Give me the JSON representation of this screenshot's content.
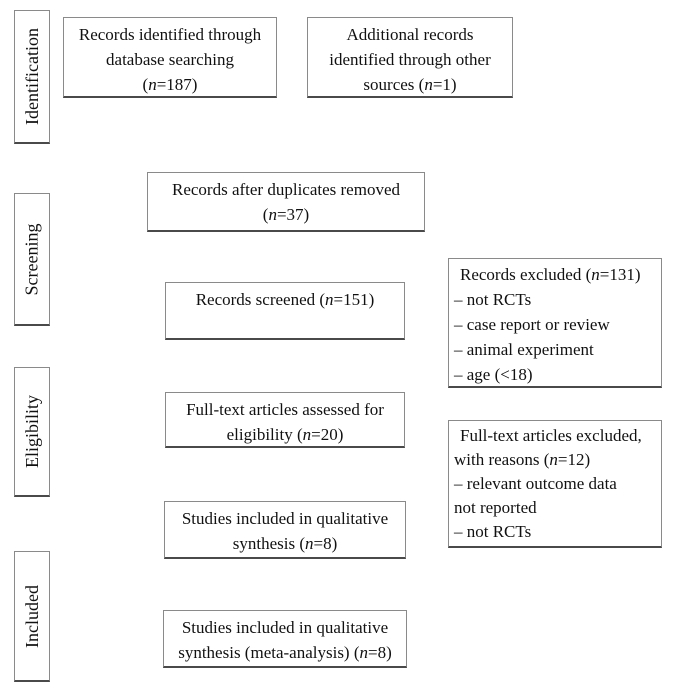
{
  "diagram": {
    "kind": "prisma-flow-diagram",
    "border_color": "#8a8a8a",
    "border_bottom_color": "#4a4a4a",
    "text_color": "#111111",
    "background_color": "#ffffff",
    "stages": [
      {
        "id": "identification",
        "label": "Identification"
      },
      {
        "id": "screening",
        "label": "Screening"
      },
      {
        "id": "eligibility",
        "label": "Eligibility"
      },
      {
        "id": "included",
        "label": "Included"
      }
    ],
    "boxes": [
      {
        "id": "records-identified",
        "align": "center",
        "lines": [
          [
            {
              "t": "Records identified through"
            }
          ],
          [
            {
              "t": "database searching"
            }
          ],
          [
            {
              "t": "("
            },
            {
              "t": "n",
              "i": true
            },
            {
              "t": "=187)"
            }
          ]
        ]
      },
      {
        "id": "additional-records",
        "align": "center",
        "lines": [
          [
            {
              "t": "Additional records"
            }
          ],
          [
            {
              "t": "identified through other"
            }
          ],
          [
            {
              "t": "sources ("
            },
            {
              "t": "n",
              "i": true
            },
            {
              "t": "=1)"
            }
          ]
        ]
      },
      {
        "id": "duplicates-removed",
        "align": "center",
        "lines": [
          [
            {
              "t": "Records after duplicates removed"
            }
          ],
          [
            {
              "t": "("
            },
            {
              "t": "n",
              "i": true
            },
            {
              "t": "=37)"
            }
          ]
        ]
      },
      {
        "id": "records-screened",
        "align": "center",
        "lines": [
          [
            {
              "t": "Records screened ("
            },
            {
              "t": "n",
              "i": true
            },
            {
              "t": "=151)"
            }
          ]
        ]
      },
      {
        "id": "records-excluded",
        "align": "left",
        "lines": [
          [
            {
              "t": "Records excluded ("
            },
            {
              "t": "n",
              "i": true
            },
            {
              "t": "=131)"
            }
          ],
          [
            {
              "t": "– not RCTs"
            }
          ],
          [
            {
              "t": "– case report or review"
            }
          ],
          [
            {
              "t": "– animal experiment"
            }
          ],
          [
            {
              "t": "– age (<18)"
            }
          ]
        ]
      },
      {
        "id": "fulltext-assessed",
        "align": "center",
        "lines": [
          [
            {
              "t": "Full-text articles assessed for"
            }
          ],
          [
            {
              "t": "eligibility ("
            },
            {
              "t": "n",
              "i": true
            },
            {
              "t": "=20)"
            }
          ]
        ]
      },
      {
        "id": "fulltext-excluded",
        "align": "left",
        "lines": [
          [
            {
              "t": "Full-text articles excluded,"
            }
          ],
          [
            {
              "t": "with reasons ("
            },
            {
              "t": "n",
              "i": true
            },
            {
              "t": "=12)"
            }
          ],
          [
            {
              "t": "– relevant outcome data"
            }
          ],
          [
            {
              "t": "not reported"
            }
          ],
          [
            {
              "t": "– not RCTs"
            }
          ]
        ]
      },
      {
        "id": "qualitative-synthesis",
        "align": "center",
        "lines": [
          [
            {
              "t": "Studies included in qualitative"
            }
          ],
          [
            {
              "t": "synthesis ("
            },
            {
              "t": "n",
              "i": true
            },
            {
              "t": "=8)"
            }
          ]
        ]
      },
      {
        "id": "meta-analysis",
        "align": "center",
        "lines": [
          [
            {
              "t": "Studies included in qualitative"
            }
          ],
          [
            {
              "t": "synthesis (meta-analysis) ("
            },
            {
              "t": "n",
              "i": true
            },
            {
              "t": "=8)"
            }
          ]
        ]
      }
    ]
  }
}
